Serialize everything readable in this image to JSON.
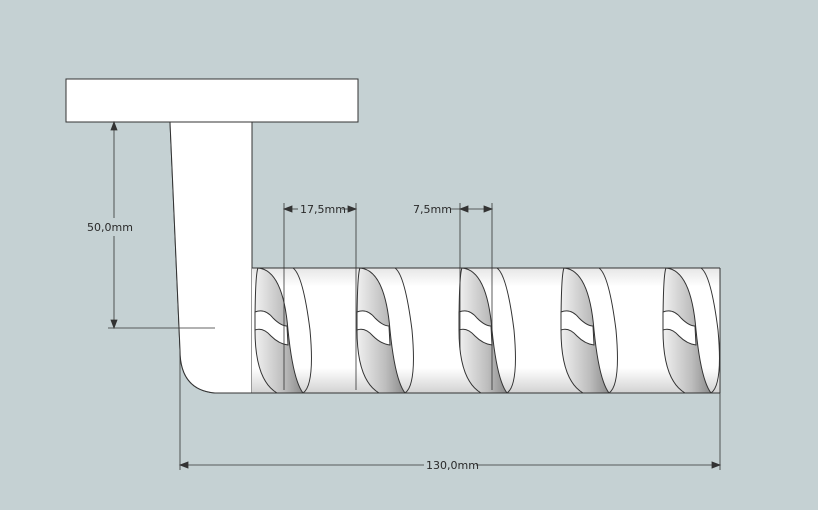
{
  "dimensions": {
    "height_label": "50,0mm",
    "pitch_label": "17,5mm",
    "gap_label": "7,5mm",
    "length_label": "130,0mm"
  },
  "colors": {
    "background": "#c5d1d3",
    "model": "#ffffff",
    "edge": "#333333"
  }
}
